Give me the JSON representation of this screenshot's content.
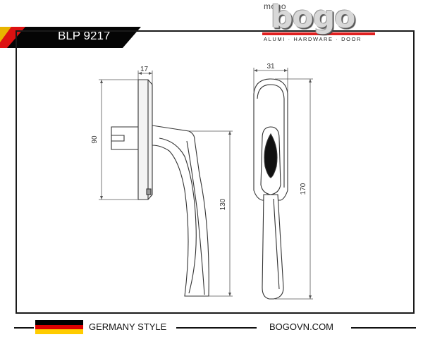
{
  "header": {
    "model": "BLP 9217"
  },
  "logo": {
    "prefix": "mono",
    "brand": "bogo",
    "tagline": "ALUMI · HARDWARE · DOOR"
  },
  "dimensions": {
    "side_thickness": "17",
    "base_height": "90",
    "handle_length": "130",
    "front_width": "31",
    "total_height": "170"
  },
  "footer": {
    "style_label": "GERMANY STYLE",
    "website": "BOGOVN.COM"
  },
  "colors": {
    "accent_red": "#e02020",
    "flag_black": "#000000",
    "flag_red": "#dd0000",
    "flag_gold": "#ffcc00"
  }
}
